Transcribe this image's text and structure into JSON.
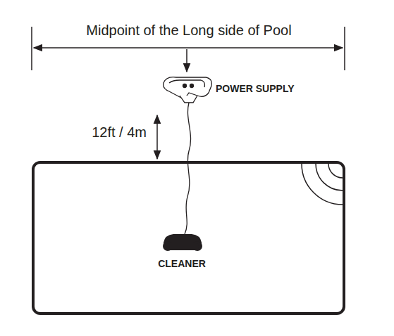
{
  "diagram": {
    "labels": [
      "Midpoint of the Long side of Pool",
      "POWER SUPPLY",
      "12ft / 4m",
      "CLEANER"
    ]
  }
}
